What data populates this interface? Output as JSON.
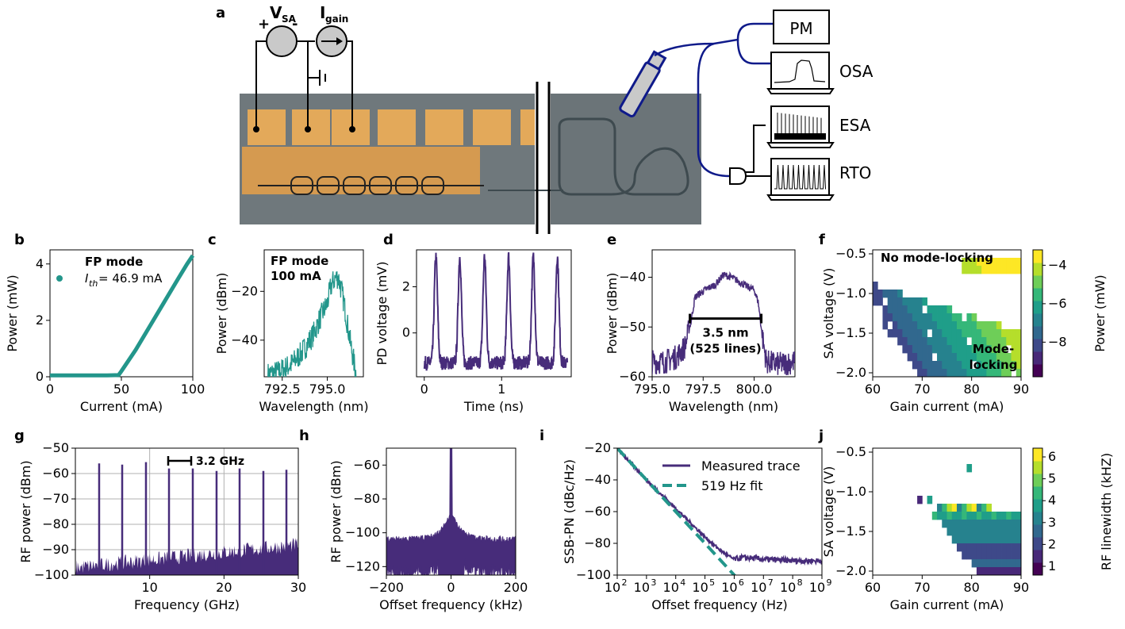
{
  "panel_letters": [
    "a",
    "b",
    "c",
    "d",
    "e",
    "f",
    "g",
    "h",
    "i",
    "j"
  ],
  "setup": {
    "vsa_label": "V",
    "vsa_sub": "SA",
    "igain_label": "I",
    "igain_sub": "gain",
    "plus": "+",
    "minus": "-",
    "instruments": [
      "PM",
      "OSA",
      "ESA",
      "RTO"
    ]
  },
  "colors": {
    "teal": "#23968b",
    "purple": "#472c7a",
    "viridis": [
      "#440154",
      "#482878",
      "#3e4989",
      "#31688e",
      "#26828e",
      "#1f9e89",
      "#35b779",
      "#6ece58",
      "#b5de2b",
      "#fde725"
    ]
  },
  "chart_data": [
    {
      "id": "b",
      "type": "line",
      "xlabel": "Current (mA)",
      "ylabel": "Power (mW)",
      "xlim": [
        0,
        100
      ],
      "ylim": [
        0,
        4.5
      ],
      "xticks": [
        "0",
        "50",
        "100"
      ],
      "yticks": [
        "0",
        "2",
        "4"
      ],
      "legend_title": "FP mode",
      "legend_entry": "I",
      "legend_entry_sub": "th",
      "legend_entry_rest": " = 46.9 mA",
      "series": [
        {
          "x": [
            0,
            10,
            20,
            30,
            40,
            48,
            50,
            60,
            70,
            80,
            90,
            96,
            100
          ],
          "y": [
            0.05,
            0.05,
            0.05,
            0.05,
            0.05,
            0.06,
            0.2,
            0.95,
            1.8,
            2.65,
            3.5,
            4.0,
            4.3
          ]
        }
      ]
    },
    {
      "id": "c",
      "type": "line",
      "xlabel": "Wavelength (nm)",
      "ylabel": "Power (dBm)",
      "xlim": [
        791.5,
        797
      ],
      "ylim": [
        -55,
        -3
      ],
      "xticks": [
        "792.5",
        "795.0"
      ],
      "yticks": [
        "−20",
        "−40"
      ],
      "annotation_1": "FP mode",
      "annotation_2": "100 mA",
      "series": [
        {
          "x": [
            791.7,
            792.3,
            793.0,
            793.6,
            794.2,
            794.6,
            795.0,
            795.2,
            795.4,
            795.6,
            795.8,
            796.0,
            796.3,
            796.6
          ],
          "y": [
            -54,
            -53,
            -50,
            -45,
            -38,
            -31,
            -25,
            -18,
            -15,
            -14,
            -20,
            -28,
            -42,
            -54
          ]
        }
      ]
    },
    {
      "id": "d",
      "type": "line",
      "xlabel": "Time (ns)",
      "ylabel": "PD voltage (mV)",
      "xlim": [
        -0.1,
        1.9
      ],
      "ylim": [
        -1.9,
        3.6
      ],
      "xticks": [
        "0",
        "1"
      ],
      "yticks": [
        "0",
        "2"
      ],
      "pulse_times": [
        0.15,
        0.46,
        0.78,
        1.09,
        1.41,
        1.72
      ],
      "pulse_peak": 3.3,
      "baseline": -1.3
    },
    {
      "id": "e",
      "type": "line",
      "xlabel": "Wavelength (nm)",
      "ylabel": "Power (dBm)",
      "xlim": [
        795,
        802
      ],
      "ylim": [
        -60,
        -34.5
      ],
      "xticks": [
        "795.0",
        "797.5",
        "800.0"
      ],
      "yticks": [
        "−40",
        "−50",
        "−60"
      ],
      "annotation_1": "3.5 nm",
      "annotation_2": "(525 lines)",
      "span": [
        796.85,
        800.35
      ],
      "span_level": -48.3,
      "series": [
        {
          "x": [
            795,
            795.6,
            796.2,
            796.6,
            796.9,
            797.1,
            797.6,
            798.1,
            798.5,
            798.9,
            799.3,
            799.7,
            800.0,
            800.2,
            800.4,
            800.6,
            801.2,
            802
          ],
          "y": [
            -57,
            -57,
            -56,
            -54,
            -49,
            -44,
            -42.5,
            -41.5,
            -39.5,
            -40,
            -41,
            -42,
            -42.5,
            -45,
            -52,
            -57,
            -57.5,
            -57
          ]
        }
      ]
    },
    {
      "id": "f",
      "type": "heatmap",
      "xlabel": "Gain current (mA)",
      "ylabel": "SA voltage (V)",
      "xlim": [
        60,
        90
      ],
      "ylim": [
        -2.05,
        -0.45
      ],
      "xticks": [
        "60",
        "70",
        "80",
        "90"
      ],
      "yticks": [
        "−0.5",
        "−1.0",
        "−1.5",
        "−2.0"
      ],
      "colorbar_label": "Power (mW)",
      "colorbar_ticks": [
        "−4",
        "−6",
        "−8"
      ],
      "colorbar_range": [
        -9.8,
        -3.2
      ],
      "annotation_top": "No mode-locking",
      "annotation_1": "Mode-",
      "annotation_2": "locking"
    },
    {
      "id": "g",
      "type": "bar",
      "xlabel": "Frequency (GHz)",
      "ylabel": "RF power (dBm)",
      "xlim": [
        0,
        30
      ],
      "ylim": [
        -100,
        -50
      ],
      "xticks": [
        "10",
        "20",
        "30"
      ],
      "yticks": [
        "−50",
        "−60",
        "−70",
        "−80",
        "−90",
        "−100"
      ],
      "annotation": "3.2 GHz",
      "peak_freqs": [
        3.2,
        6.3,
        9.5,
        12.6,
        15.8,
        19.0,
        22.1,
        25.3,
        28.4
      ],
      "peak_levels": [
        -56,
        -56.5,
        -55.5,
        -58,
        -58,
        -59,
        -58,
        -59,
        -58.5
      ],
      "noise_floor": [
        -97,
        -88
      ]
    },
    {
      "id": "h",
      "type": "line",
      "xlabel": "Offset frequency (kHz)",
      "ylabel": "RF power (dBm)",
      "xlim": [
        -200,
        200
      ],
      "ylim": [
        -125,
        -50
      ],
      "xticks": [
        "−200",
        "0",
        "200"
      ],
      "yticks": [
        "−60",
        "−80",
        "−100",
        "−120"
      ],
      "peak": -54
    },
    {
      "id": "i",
      "type": "line",
      "xlabel": "Offset frequency (Hz)",
      "ylabel": "SSB-PN (dBc/Hz)",
      "xlim": [
        2,
        9
      ],
      "ylim": [
        -100,
        -20
      ],
      "xticks": [
        "2",
        "3",
        "4",
        "5",
        "6",
        "7",
        "8",
        "9"
      ],
      "xtick_base": "10",
      "yticks": [
        "−20",
        "−40",
        "−60",
        "−80",
        "−100"
      ],
      "series": [
        {
          "name": "Measured trace",
          "x": [
            2,
            3,
            4,
            5,
            5.5,
            5.8,
            6,
            6.3,
            7,
            8,
            9
          ],
          "y": [
            -20,
            -40,
            -58,
            -76,
            -84,
            -88,
            -90,
            -89,
            -90,
            -91,
            -91
          ]
        },
        {
          "name": "519 Hz fit",
          "x": [
            2,
            6.1
          ],
          "y": [
            -20,
            -102
          ]
        }
      ]
    },
    {
      "id": "j",
      "type": "heatmap",
      "xlabel": "Gain current (mA)",
      "ylabel": "SA voltage (V)",
      "xlim": [
        60,
        90
      ],
      "ylim": [
        -2.05,
        -0.45
      ],
      "xticks": [
        "60",
        "70",
        "80",
        "90"
      ],
      "yticks": [
        "−0.5",
        "−1.0",
        "−1.5",
        "−2.0"
      ],
      "colorbar_label": "RF linewidth (kHZ)",
      "colorbar_ticks": [
        "1",
        "2",
        "3",
        "4",
        "5",
        "6"
      ],
      "colorbar_range": [
        0.6,
        6.4
      ]
    }
  ]
}
